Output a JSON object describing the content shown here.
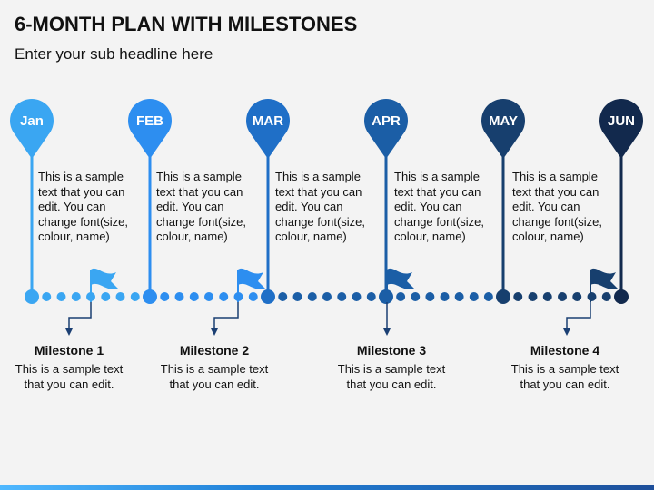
{
  "header": {
    "title": "6-MONTH PLAN WITH MILESTONES",
    "subtitle": "Enter your sub headline here"
  },
  "months": [
    {
      "label": "Jan",
      "color": "#3aa6f2",
      "text": "This is a sample text that you can edit. You can change font(size, colour, name)"
    },
    {
      "label": "FEB",
      "color": "#2d8ef0",
      "text": "This is a sample text that you can edit. You can change font(size, colour, name)"
    },
    {
      "label": "MAR",
      "color": "#1f6fc7",
      "text": "This is a sample text that you can edit. You can change font(size, colour, name)"
    },
    {
      "label": "APR",
      "color": "#1b5ea6",
      "text": "This is a sample text that you can edit. You can change font(size, colour, name)"
    },
    {
      "label": "MAY",
      "color": "#173f6e",
      "text": "This is a sample text that you can edit. You can change font(size, colour, name)"
    },
    {
      "label": "JUN",
      "color": "#12294d"
    }
  ],
  "milestones": [
    {
      "title": "Milestone 1",
      "text": "This is a sample text that you can edit."
    },
    {
      "title": "Milestone 2",
      "text": "This is a sample text that you can edit."
    },
    {
      "title": "Milestone 3",
      "text": "This is a sample text that you can edit."
    },
    {
      "title": "Milestone 4",
      "text": "This is a sample text that you can edit."
    }
  ]
}
